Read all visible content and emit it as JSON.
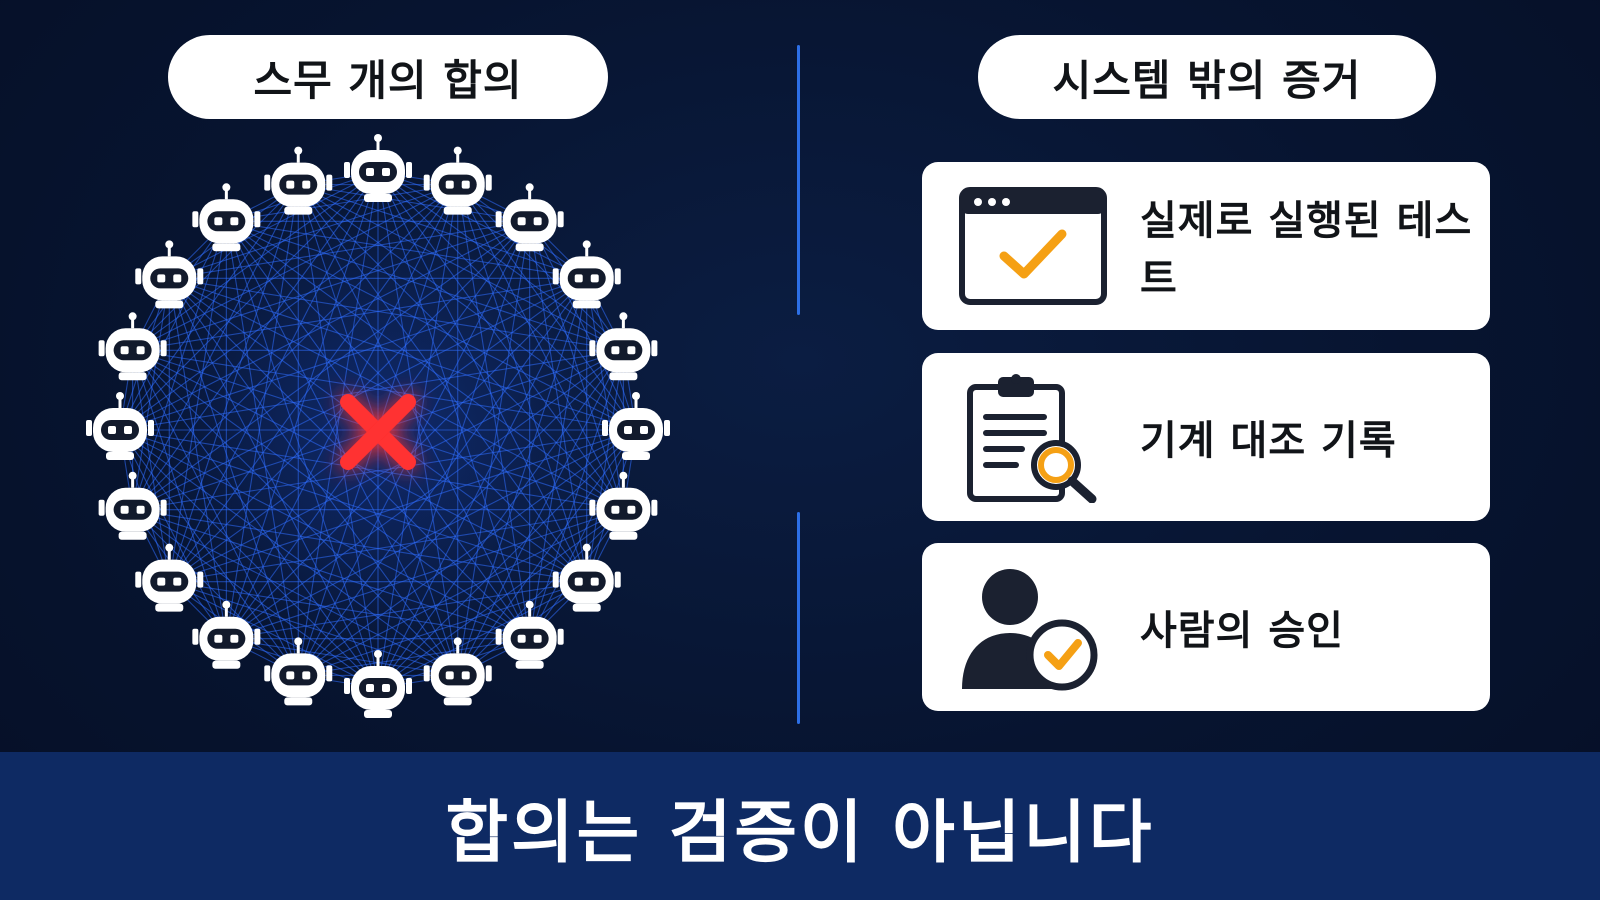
{
  "left_panel": {
    "title": "스무 개의 합의",
    "agent_count": 20,
    "center_icon": "red-x-icon",
    "agent_icon": "robot-icon"
  },
  "right_panel": {
    "title": "시스템 밖의 증거",
    "items": [
      {
        "label": "실제로 실행된 테스트",
        "icon": "browser-check-icon"
      },
      {
        "label": "기계 대조 기록",
        "icon": "clipboard-search-icon"
      },
      {
        "label": "사람의 승인",
        "icon": "person-check-icon"
      }
    ]
  },
  "footer": {
    "text": "합의는 검증이 아닙니다"
  },
  "colors": {
    "background": "#07142f",
    "network_line": "#2f6dff",
    "cross": "#ff2b2b",
    "check": "#f5a014",
    "icon_dark": "#1b2130",
    "banner": "#0e2a63"
  }
}
